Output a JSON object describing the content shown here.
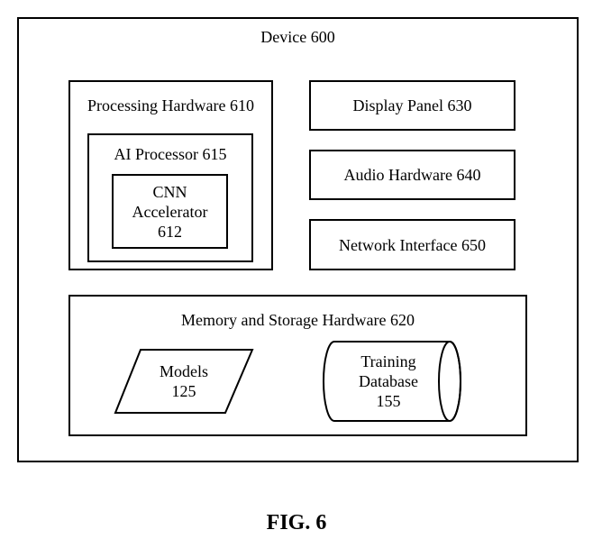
{
  "device": {
    "label": "Device 600"
  },
  "processing": {
    "label": "Processing Hardware 610",
    "ai_processor": {
      "label": "AI Processor 615",
      "cnn": {
        "line1": "CNN",
        "line2": "Accelerator",
        "line3": "612"
      }
    }
  },
  "display_panel": {
    "label": "Display Panel 630"
  },
  "audio_hardware": {
    "label": "Audio Hardware 640"
  },
  "network_interface": {
    "label": "Network Interface 650"
  },
  "memory": {
    "label": "Memory and Storage Hardware 620",
    "models": {
      "line1": "Models",
      "line2": "125"
    },
    "training_db": {
      "line1": "Training",
      "line2": "Database",
      "line3": "155"
    }
  },
  "figure": {
    "caption": "FIG. 6"
  }
}
